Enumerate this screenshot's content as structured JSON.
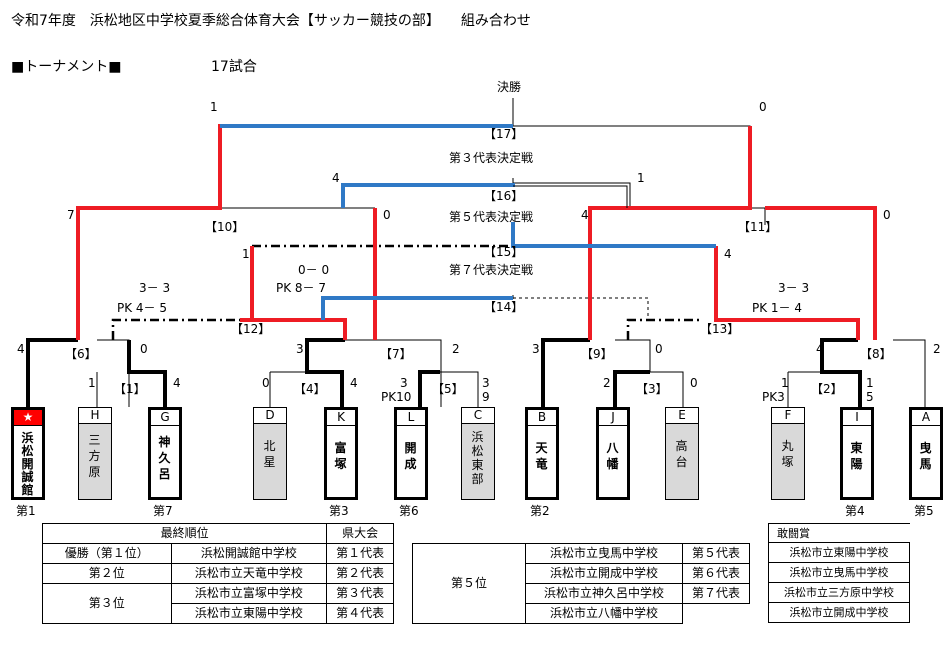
{
  "title": "令和7年度　浜松地区中学校夏季総合体育大会【サッカー競技の部】　　組み合わせ",
  "section_label": "■トーナメント■",
  "match_count": "17試合",
  "final_label": "決勝",
  "third_label": "第３代表決定戦",
  "fifth_label": "第５代表決定戦",
  "seventh_label": "第７代表決定戦",
  "match_ids": [
    "【1】",
    "【2】",
    "【3】",
    "【4】",
    "【5】",
    "【6】",
    "【7】",
    "【8】",
    "【9】",
    "【10】",
    "【11】",
    "【12】",
    "【13】",
    "【14】",
    "【15】",
    "【16】",
    "【17】"
  ],
  "scores": {
    "final_left": "1",
    "final_right": "0",
    "m16_left": "4",
    "m16_right": "1",
    "m10_left": "7",
    "m10_right": "0",
    "m11_left": "4",
    "m11_right": "0",
    "m15_left": "1",
    "m15_right": "4",
    "m12_line1": "3－ 3",
    "m12_line2": "PK 4－ 5",
    "m14_line1": "0－ 0",
    "m14_line2": "PK 8－ 7",
    "m13_line1": "3－ 3",
    "m13_line2": "PK 1－ 4",
    "m6_left": "4",
    "m6_right": "0",
    "m7_left": "3",
    "m7_right": "2",
    "m9_left": "3",
    "m9_right": "0",
    "m8_left": "4",
    "m8_right": "2",
    "m1_left": "1",
    "m1_right": "4",
    "m4_left": "0",
    "m4_right": "4",
    "m5_left": "3",
    "m5_left_pk": "PK10",
    "m5_right": "3",
    "m5_right_pk": "9",
    "m3_left": "2",
    "m3_right": "0",
    "m2_left": "1",
    "m2_left_pk": "PK3",
    "m2_right": "1",
    "m2_right_pk": "5"
  },
  "teams": [
    {
      "id": "★",
      "name": "浜松開誠館",
      "rank": "第1"
    },
    {
      "id": "H",
      "name": "三方原",
      "rank": ""
    },
    {
      "id": "G",
      "name": "神久呂",
      "rank": "第7"
    },
    {
      "id": "D",
      "name": "北星",
      "rank": ""
    },
    {
      "id": "K",
      "name": "富塚",
      "rank": "第3"
    },
    {
      "id": "L",
      "name": "開成",
      "rank": "第6"
    },
    {
      "id": "C",
      "name": "浜松東部",
      "rank": ""
    },
    {
      "id": "B",
      "name": "天竜",
      "rank": "第2"
    },
    {
      "id": "J",
      "name": "八幡",
      "rank": ""
    },
    {
      "id": "E",
      "name": "高台",
      "rank": ""
    },
    {
      "id": "F",
      "name": "丸塚",
      "rank": ""
    },
    {
      "id": "I",
      "name": "東陽",
      "rank": "第4"
    },
    {
      "id": "A",
      "name": "曳馬",
      "rank": "第5"
    }
  ],
  "final_ranking": {
    "header": "最終順位",
    "pref_header": "県大会",
    "rows": [
      {
        "place": "優勝（第１位）",
        "school": "浜松開誠館中学校",
        "pref": "第１代表"
      },
      {
        "place": "第２位",
        "school": "浜松市立天竜中学校",
        "pref": "第２代表"
      },
      {
        "place": "第３位",
        "school": "浜松市立富塚中学校",
        "pref": "第３代表"
      },
      {
        "place": "",
        "school": "浜松市立東陽中学校",
        "pref": "第４代表"
      }
    ]
  },
  "fifth_place": {
    "label": "第５位",
    "rows": [
      {
        "school": "浜松市立曳馬中学校",
        "pref": "第５代表"
      },
      {
        "school": "浜松市立開成中学校",
        "pref": "第６代表"
      },
      {
        "school": "浜松市立神久呂中学校",
        "pref": "第７代表"
      },
      {
        "school": "浜松市立八幡中学校",
        "pref": ""
      }
    ]
  },
  "fighting_spirit": {
    "header": "敢闘賞",
    "schools": [
      "浜松市立東陽中学校",
      "浜松市立曳馬中学校",
      "浜松市立三方原中学校",
      "浜松市立開成中学校"
    ]
  },
  "colors": {
    "win": "#ee1c24",
    "consolation": "#2f79c6",
    "lost": "#000000",
    "box_gray": "#d9d9d9",
    "star_bg": "#ff0000"
  }
}
